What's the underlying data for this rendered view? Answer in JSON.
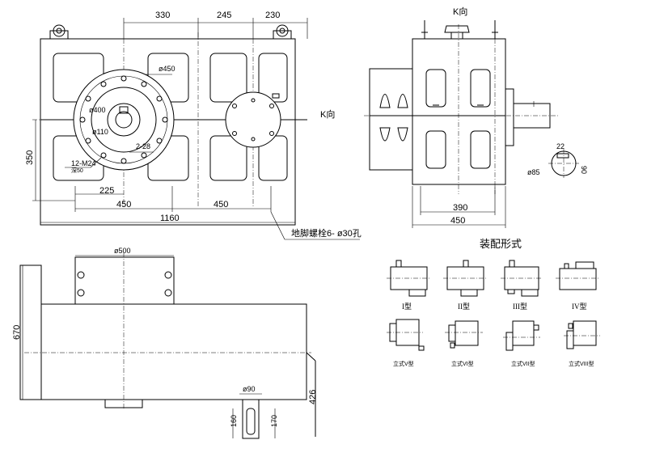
{
  "front_view": {
    "dims_top": [
      "330",
      "245",
      "230"
    ],
    "dim_left": "350",
    "dim_bottom": [
      "225",
      "450",
      "450",
      "1160"
    ],
    "circle_labels": [
      "ø450",
      "ø400",
      "ø110",
      "2-28",
      "12-M24",
      "深50"
    ],
    "k_arrow_label": "K向",
    "callout": "地脚螺栓6- ø30孔"
  },
  "side_view": {
    "title": "K向",
    "dims": [
      "390",
      "450"
    ],
    "shaft_dims": [
      "22",
      "90",
      "ø85"
    ]
  },
  "bottom_view": {
    "dims": [
      "ø500",
      "670",
      "ø90",
      "426",
      "160",
      "170"
    ]
  },
  "assembly": {
    "title": "装配形式",
    "types": [
      "I型",
      "II型",
      "III型",
      "IV型"
    ],
    "vertical_types": [
      "立式V型",
      "立式VI型",
      "立式VII型",
      "立式VIII型"
    ]
  }
}
